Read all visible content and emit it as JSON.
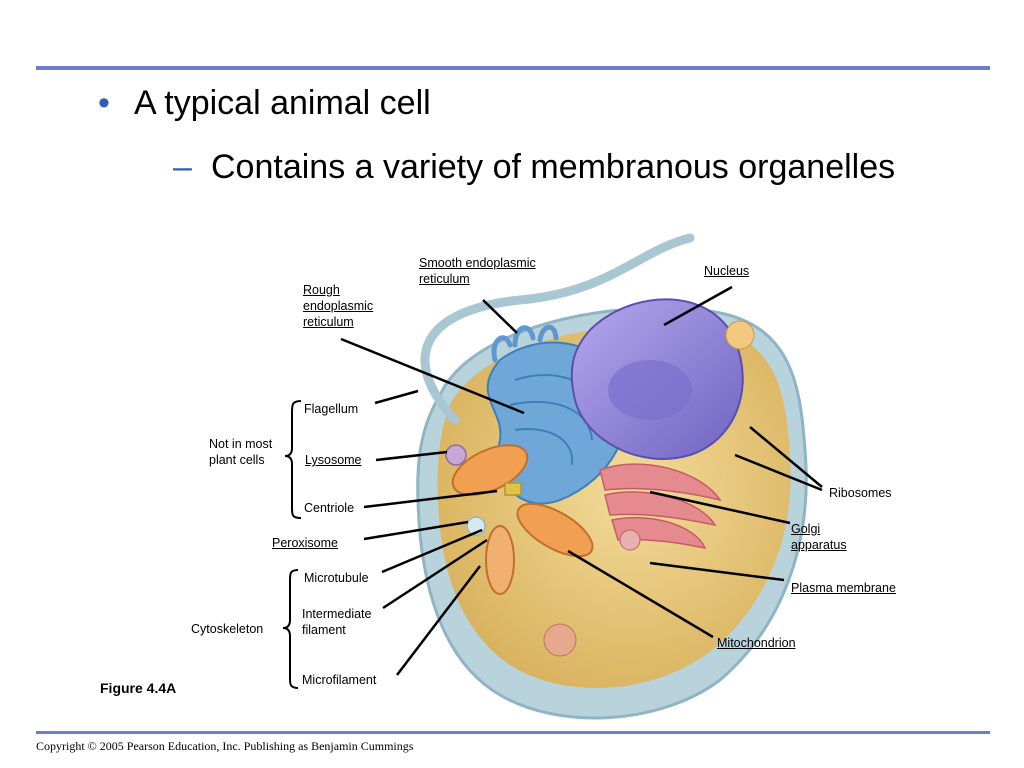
{
  "slide": {
    "bullet_1": "A typical animal cell",
    "bullet_1_mark": "•",
    "bullet_2": "Contains a variety of membranous organelles",
    "bullet_2_mark": "–"
  },
  "figure": {
    "caption": "Figure 4.4A",
    "labels": {
      "smooth_er_1": "Smooth endoplasmic",
      "smooth_er_2": "reticulum",
      "nucleus": "Nucleus",
      "rough_er_1": "Rough",
      "rough_er_2": "endoplasmic",
      "rough_er_3": "reticulum",
      "flagellum": "Flagellum",
      "not_in_plant_1": "Not in most",
      "not_in_plant_2": "plant cells",
      "lysosome": "Lysosome",
      "centriole": "Centriole",
      "ribosomes": "Ribosomes",
      "golgi_1": "Golgi",
      "golgi_2": "apparatus",
      "peroxisome": "Peroxisome",
      "microtubule": "Microtubule",
      "plasma_membrane": "Plasma membrane",
      "intermediate_1": "Intermediate",
      "intermediate_2": "filament",
      "cytoskeleton": "Cytoskeleton",
      "mitochondrion": "Mitochondrion",
      "microfilament": "Microfilament"
    }
  },
  "footer": {
    "copyright": "Copyright © 2005 Pearson Education, Inc. Publishing as Benjamin Cummings"
  },
  "colors": {
    "rule": "#6b7fc8",
    "bullet": "#2e5db8",
    "membrane": "#b9d3dd",
    "cytoplasm": "#e8c878",
    "er": "#6fa8d8",
    "nucleus": "#8a7fd0",
    "golgi": "#e58a8f",
    "mitochondrion": "#f0a050"
  }
}
